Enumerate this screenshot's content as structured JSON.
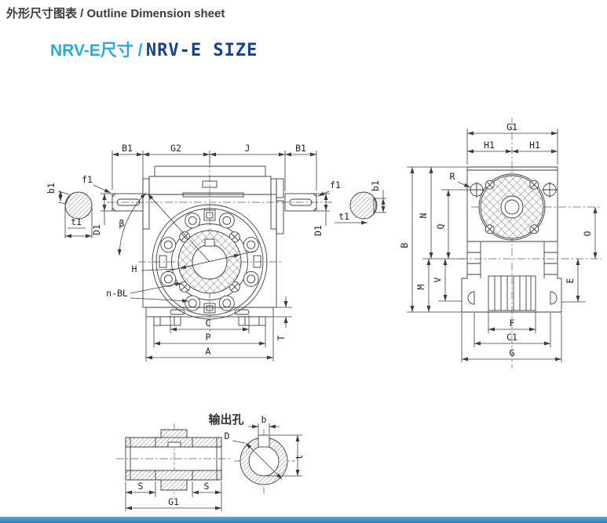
{
  "header": {
    "title": "外形尺寸图表 / Outline Dimension sheet"
  },
  "subtitle": {
    "cn": "NRV-E尺寸 /",
    "en": "NRV-E SIZE",
    "color_cn": "#29a9e0",
    "color_en": "#15418e"
  },
  "front_view": {
    "dim_b1_a": "B1",
    "dim_g2": "G2",
    "dim_j": "J",
    "dim_b1_b": "B1",
    "b1_left": "b1",
    "t1_left": "t1",
    "f1_left": "f1",
    "d1_left": "D1",
    "beta": "β",
    "h": "H",
    "n_bl": "n-BL",
    "f1_right": "f1",
    "d1_right": "D1",
    "t1_right": "t1",
    "b1_right": "b1",
    "dim_c": "C",
    "dim_p": "P",
    "dim_a": "A",
    "dim_t": "T"
  },
  "side_view": {
    "dim_g1": "G1",
    "dim_h1_a": "H1",
    "dim_h1_b": "H1",
    "dim_b": "B",
    "dim_n": "N",
    "dim_q": "Q",
    "dim_m": "M",
    "dim_v": "V",
    "r": "R",
    "dim_o": "O",
    "dim_e": "E",
    "dim_f": "F",
    "dim_c1": "C1",
    "dim_g": "G"
  },
  "shaft_section": {
    "dim_s_left": "S",
    "dim_g1": "G1",
    "dim_s_right": "S"
  },
  "output_bore": {
    "title": "输出孔",
    "dim_b": "b",
    "dim_d": "D",
    "dim_t": "t"
  },
  "footer": {
    "bar_color": "#3e8fc7"
  }
}
